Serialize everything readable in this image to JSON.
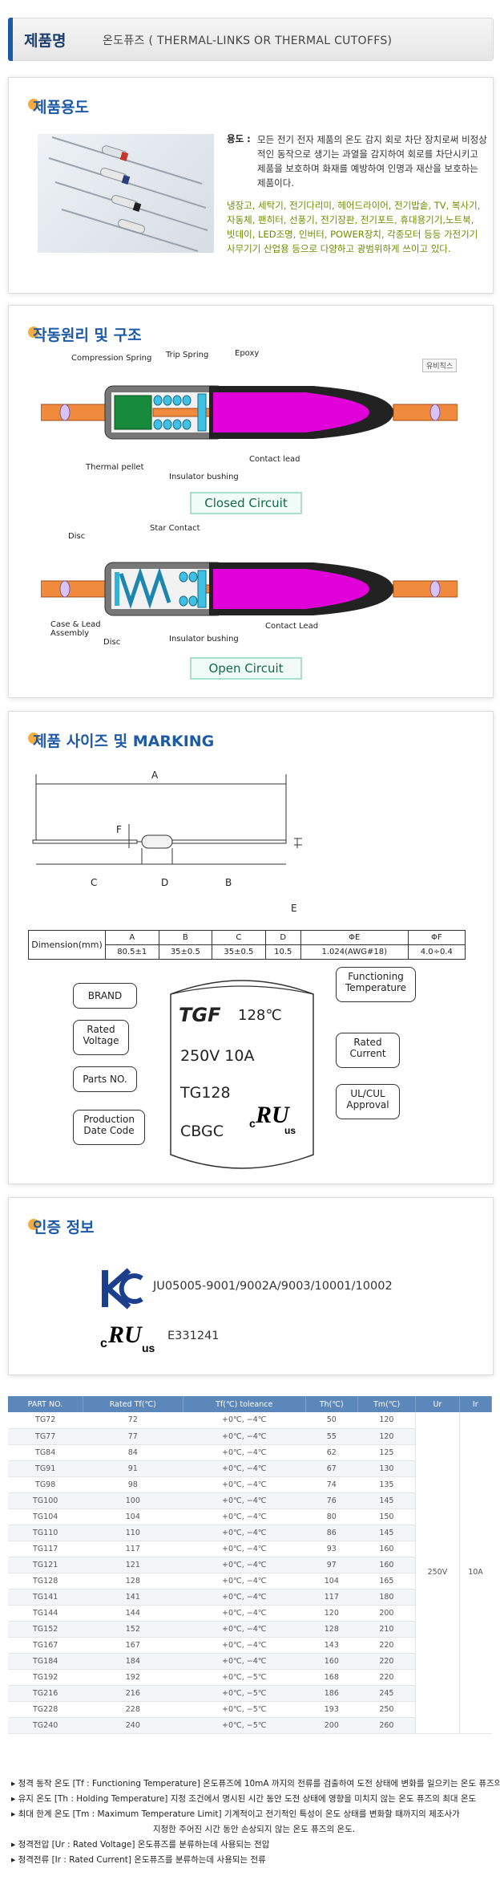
{
  "header": {
    "title": "제품명",
    "subtitle": "온도퓨즈 ( THERMAL-LINKS OR THERMAL CUTOFFS)"
  },
  "purpose": {
    "title": "제품용도",
    "head": "용도 :",
    "body": "모든 전기 전자 제품의 온도 감지 회로 차단 장치로써 비정상적인 동작으로 생기는 과열을 감지하여 회로를 차단시키고 제품을 보호하며 화재를 예방하여 인명과 재산을 보호하는 제품이다.",
    "apps": "냉장고, 세탁기, 전기다리미, 헤어드라이어, 전기밥솥, TV, 복사기, 자동체, 팬히터, 선풍기, 전기장판, 전기포트, 휴대용기기,노트북, 빗데이, LED조명, 인버터, POWER장치, 각종모터 등등 가전기기 사무기기 산업용 등으로 다양하고 광범위하게 쓰이고 있다."
  },
  "principle": {
    "title": "작동원리 및 구조",
    "badge": "유비칙스",
    "closed": {
      "label": "Closed   Circuit",
      "compression_spring": "Compression Spring",
      "trip_spring": "Trip Spring",
      "epoxy": "Epoxy",
      "thermal_pellet": "Thermal pellet",
      "insulator": "Insulator bushing",
      "contact_lead": "Contact lead"
    },
    "open": {
      "label": "Open  Circuit",
      "disc_top": "Disc",
      "star_contact": "Star Contact",
      "case_lead": "Case & Lead\nAssembly",
      "disc_bottom": "Disc",
      "insulator": "Insulator bushing",
      "contact_lead": "Contact Lead"
    }
  },
  "size": {
    "title": "제품 사이즈 및 MARKING",
    "letters": {
      "A": "A",
      "B": "B",
      "C": "C",
      "D": "D",
      "E": "E",
      "F": "F"
    },
    "table": {
      "row_label": "Dimension(mm)",
      "headers": [
        "A",
        "B",
        "C",
        "D",
        "ΦE",
        "ΦF"
      ],
      "values": [
        "80.5±1",
        "35±0.5",
        "35±0.5",
        "10.5",
        "1.024(AWG#18)",
        "4.0÷0.4"
      ]
    },
    "marking": {
      "brand_line": "TGF",
      "temp": "128℃",
      "rating": "250V  10A",
      "part": "TG128",
      "date": "CBGC"
    },
    "callouts": {
      "brand": "BRAND",
      "rated_voltage": "Rated\nVoltage",
      "parts_no": "Parts NO.",
      "production": "Production\nDate Code",
      "functioning": "Functioning\nTemperature",
      "rated_current": "Rated\nCurrent",
      "ul": "UL/CUL\nApproval"
    }
  },
  "cert": {
    "title": "인증 정보",
    "kc_number": "JU05005-9001/9002A/9003/10001/10002",
    "ul_number": "E331241"
  },
  "spec_table": {
    "headers": [
      "PART NO.",
      "Rated Tf(℃)",
      "Tf(℃) toleance",
      "Th(℃)",
      "Tm(℃)",
      "Ur",
      "Ir"
    ],
    "ur": "250V",
    "ir": "10A",
    "rows": [
      [
        "TG72",
        "72",
        "+0℃, −4℃",
        "50",
        "120"
      ],
      [
        "TG77",
        "77",
        "+0℃, −4℃",
        "55",
        "120"
      ],
      [
        "TG84",
        "84",
        "+0℃, −4℃",
        "62",
        "125"
      ],
      [
        "TG91",
        "91",
        "+0℃, −4℃",
        "67",
        "130"
      ],
      [
        "TG98",
        "98",
        "+0℃, −4℃",
        "74",
        "135"
      ],
      [
        "TG100",
        "100",
        "+0℃, −4℃",
        "76",
        "145"
      ],
      [
        "TG104",
        "104",
        "+0℃, −4℃",
        "80",
        "150"
      ],
      [
        "TG110",
        "110",
        "+0℃, −4℃",
        "86",
        "145"
      ],
      [
        "TG117",
        "117",
        "+0℃, −4℃",
        "93",
        "160"
      ],
      [
        "TG121",
        "121",
        "+0℃, −4℃",
        "97",
        "160"
      ],
      [
        "TG128",
        "128",
        "+0℃, −4℃",
        "104",
        "165"
      ],
      [
        "TG141",
        "141",
        "+0℃, −4℃",
        "117",
        "180"
      ],
      [
        "TG144",
        "144",
        "+0℃, −4℃",
        "120",
        "200"
      ],
      [
        "TG152",
        "152",
        "+0℃, −4℃",
        "128",
        "210"
      ],
      [
        "TG167",
        "167",
        "+0℃, −4℃",
        "143",
        "220"
      ],
      [
        "TG184",
        "184",
        "+0℃, −4℃",
        "160",
        "220"
      ],
      [
        "TG192",
        "192",
        "+0℃, −5℃",
        "168",
        "220"
      ],
      [
        "TG216",
        "216",
        "+0℃, −5℃",
        "186",
        "245"
      ],
      [
        "TG228",
        "228",
        "+0℃, −5℃",
        "193",
        "250"
      ],
      [
        "TG240",
        "240",
        "+0℃, −5℃",
        "200",
        "260"
      ]
    ]
  },
  "notes": [
    "▸ 정격 동작 온도 [Tf : Functioning Temperature]    온도퓨즈에 10mA 까지의 전류를 검출하여 도전 상태에 변화를 일으키는 온도 퓨즈의 온도",
    "▸ 유지 온도 [Th : Holding Temperature]  지정 조건에서 명시된 시간 동안 도전 상태에 영향을 미치지 않는 온도 퓨즈의 최대 온도",
    "▸ 최대 한계 온도 [Tm : Maximum Temperature Limit] 기계적이고 전기적인 특성이 온도 상태를 변화할 때까지의 제조사가",
    "                                                     지정한 주어진 시간 동안 손상되지 않는 온도 퓨즈의 온도.",
    "▸ 정격전압 [Ur : Rated Voltage]   온도퓨즈를 분류하는데 사용되는 전압",
    "▸ 정격전류 [Ir : Rated Current]   온도퓨즈를 분류하는데 사용되는 전류"
  ]
}
